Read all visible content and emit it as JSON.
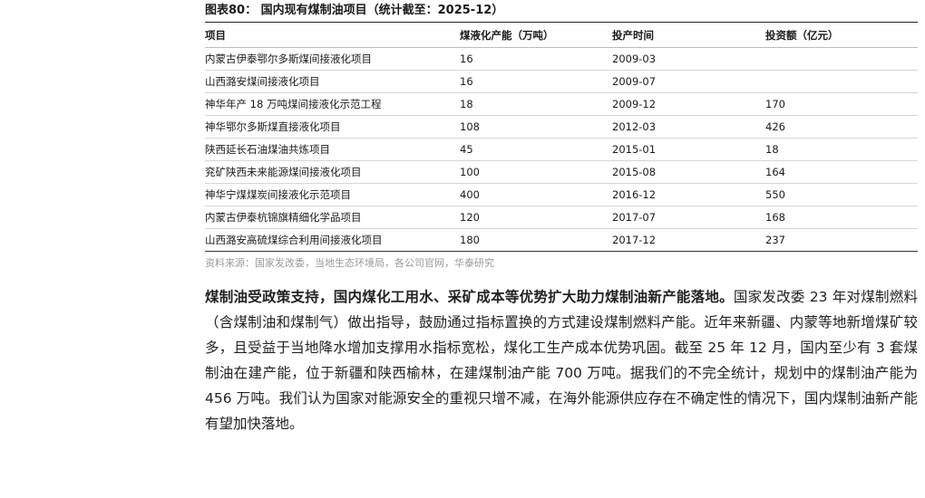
{
  "figure": {
    "title": "图表80： 国内现有煤制油项目（统计截至：2025-12）",
    "headers": [
      "项目",
      "煤液化产能（万吨）",
      "投产时间",
      "投资额（亿元）"
    ],
    "rows": [
      [
        "内蒙古伊泰鄂尔多斯煤间接液化项目",
        "16",
        "2009-03",
        ""
      ],
      [
        "山西潞安煤间接液化项目",
        "16",
        "2009-07",
        ""
      ],
      [
        "神华年产 18 万吨煤间接液化示范工程",
        "18",
        "2009-12",
        "170"
      ],
      [
        "神华鄂尔多斯煤直接液化项目",
        "108",
        "2012-03",
        "426"
      ],
      [
        "陕西延长石油煤油共炼项目",
        "45",
        "2015-01",
        "18"
      ],
      [
        "兖矿陕西未来能源煤间接液化项目",
        "100",
        "2015-08",
        "164"
      ],
      [
        "神华宁煤煤炭间接液化示范项目",
        "400",
        "2016-12",
        "550"
      ],
      [
        "内蒙古伊泰杭锦旗精细化学品项目",
        "120",
        "2017-07",
        "168"
      ],
      [
        "山西潞安高硫煤综合利用间接液化项目",
        "180",
        "2017-12",
        "237"
      ]
    ],
    "source": "资料来源：国家发改委，当地生态环境局，各公司官网，华泰研究"
  },
  "body": {
    "lead": "煤制油受政策支持，国内煤化工用水、采矿成本等优势扩大助力煤制油新产能落地。",
    "text": "国家发改委 23 年对煤制燃料（含煤制油和煤制气）做出指导，鼓励通过指标置换的方式建设煤制燃料产能。近年来新疆、内蒙等地新增煤矿较多，且受益于当地降水增加支撑用水指标宽松，煤化工生产成本优势巩固。截至 25 年 12 月，国内至少有 3 套煤制油在建产能，位于新疆和陕西榆林，在建煤制油产能 700 万吨。据我们的不完全统计，规划中的煤制油产能为 456 万吨。我们认为国家对能源安全的重视只增不减，在海外能源供应存在不确定性的情况下，国内煤制油新产能有望加快落地。"
  }
}
